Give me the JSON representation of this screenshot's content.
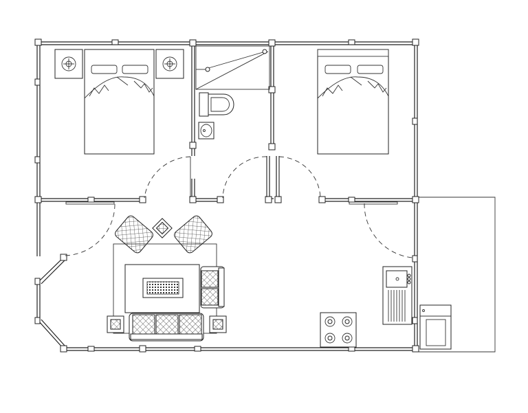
{
  "floor_plan": {
    "rooms": [
      "bedroom-left",
      "bathroom",
      "bedroom-right",
      "living-room",
      "kitchen",
      "patio"
    ],
    "fixtures": {
      "beds": 2,
      "nightstand_lamps": 2,
      "toilet": 1,
      "bathroom_sink": 1,
      "shower": 1,
      "sofa": 1,
      "loveseat": 1,
      "armchairs": 2,
      "side_tables": 3,
      "coffee_table": 1,
      "area_rug": 1,
      "kitchen_sink": 1,
      "cooktop_burners": 4,
      "refrigerator": 1
    },
    "colors": {
      "line": "#222222",
      "background": "#ffffff"
    }
  }
}
